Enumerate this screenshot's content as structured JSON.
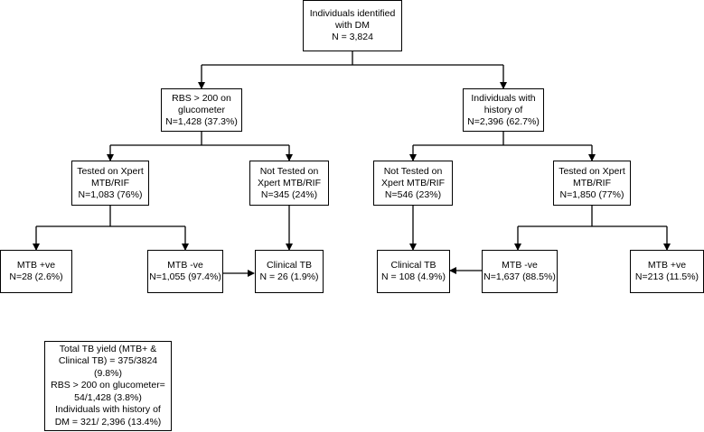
{
  "nodes": {
    "root": {
      "lines": [
        "Individuals identified",
        "with DM",
        "N = 3,824"
      ]
    },
    "rbs": {
      "lines": [
        "RBS > 200 on",
        "glucometer",
        "N=1,428 (37.3%)"
      ]
    },
    "history": {
      "lines": [
        "Individuals with",
        "history of",
        "N=2,396 (62.7%)"
      ]
    },
    "left_tested": {
      "lines": [
        "Tested on Xpert",
        "MTB/RIF",
        "N=1,083 (76%)"
      ]
    },
    "left_not_tested": {
      "lines": [
        "Not Tested on",
        "Xpert MTB/RIF",
        "N=345 (24%)"
      ]
    },
    "right_not_tested": {
      "lines": [
        "Not Tested on",
        "Xpert MTB/RIF",
        "N=546 (23%)"
      ]
    },
    "right_tested": {
      "lines": [
        "Tested on Xpert",
        "MTB/RIF",
        "N=1,850 (77%)"
      ]
    },
    "left_pos": {
      "lines": [
        "MTB +ve",
        "N=28 (2.6%)"
      ]
    },
    "left_neg": {
      "lines": [
        "MTB -ve",
        "N=1,055 (97.4%)"
      ]
    },
    "left_clinical": {
      "lines": [
        "Clinical TB",
        "N = 26 (1.9%)"
      ]
    },
    "right_clinical": {
      "lines": [
        "Clinical TB",
        "N = 108 (4.9%)"
      ]
    },
    "right_neg": {
      "lines": [
        "MTB -ve",
        "N=1,637 (88.5%)"
      ]
    },
    "right_pos": {
      "lines": [
        "MTB +ve",
        "N=213 (11.5%)"
      ]
    },
    "summary": {
      "lines": [
        "Total TB yield (MTB+ &",
        "Clinical TB) = 375/3824",
        "(9.8%)",
        "RBS > 200 on glucometer=",
        "54/1,428 (3.8%)",
        "Individuals with history of",
        "DM = 321/ 2,396  (13.4%)"
      ]
    }
  }
}
